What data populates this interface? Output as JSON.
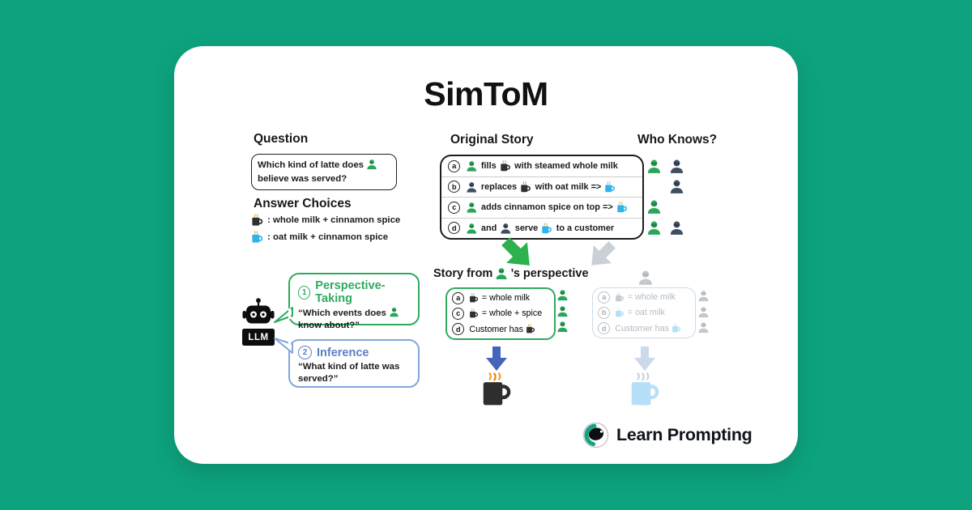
{
  "title": "SimToM",
  "colors": {
    "background": "#0DA37E",
    "person_green": "#2AA65A",
    "person_navy": "#3F4E63",
    "person_faded": "#C3C8CE",
    "mug_dark": "#303030",
    "mug_blue": "#2FB3E8",
    "mug_faded_gray": "#C6CBD0",
    "mug_faded_blue": "#B5E0F7",
    "accent_green": "#2EAA5E",
    "accent_blue": "#5B80C8",
    "arrow_green": "#2CB14E",
    "arrow_blue": "#4565BA",
    "arrow_gray": "#CBD0D6",
    "arrow_pale": "#CCD9EA",
    "spice_steam": "#E8A63C"
  },
  "question": {
    "heading": "Question",
    "bubble_segments": [
      {
        "t": "Which kind of latte does "
      },
      {
        "i": "person-green"
      },
      {
        "t": " believe was served?"
      }
    ]
  },
  "answer_choices": {
    "heading": "Answer Choices",
    "items": [
      {
        "segments": [
          {
            "i": "mug-dark-spice"
          },
          {
            "t": " : whole milk + cinnamon spice"
          }
        ]
      },
      {
        "segments": [
          {
            "i": "mug-blue-spice"
          },
          {
            "t": " : oat milk + cinnamon spice"
          }
        ]
      }
    ]
  },
  "original_story": {
    "heading": "Original Story",
    "rows": [
      {
        "label": "a",
        "segments": [
          {
            "i": "person-green"
          },
          {
            "t": " fills "
          },
          {
            "i": "mug-dark"
          },
          {
            "t": " with steamed whole milk"
          }
        ]
      },
      {
        "label": "b",
        "segments": [
          {
            "i": "person-navy"
          },
          {
            "t": " replaces "
          },
          {
            "i": "mug-dark"
          },
          {
            "t": " with oat milk => "
          },
          {
            "i": "mug-blue"
          }
        ]
      },
      {
        "label": "c",
        "segments": [
          {
            "i": "person-green"
          },
          {
            "t": " adds cinnamon spice on top => "
          },
          {
            "i": "mug-blue-spice"
          }
        ]
      },
      {
        "label": "d",
        "segments": [
          {
            "i": "person-green"
          },
          {
            "t": " and "
          },
          {
            "i": "person-navy"
          },
          {
            "t": " serve "
          },
          {
            "i": "mug-blue-spice"
          },
          {
            "t": " to a customer"
          }
        ]
      }
    ]
  },
  "who_knows": {
    "heading": "Who Knows?",
    "rows": [
      {
        "slots": [
          "person-green",
          "person-navy"
        ]
      },
      {
        "slots": [
          "",
          "person-navy"
        ]
      },
      {
        "slots": [
          "person-green",
          ""
        ]
      },
      {
        "slots": [
          "person-green",
          "person-navy"
        ]
      }
    ]
  },
  "perspective": {
    "heading_segments": [
      {
        "t": "Story from "
      },
      {
        "i": "person-green"
      },
      {
        "t": "’s perspective"
      }
    ],
    "rows": [
      {
        "label": "a",
        "segments": [
          {
            "i": "mug-dark"
          },
          {
            "t": " = whole milk"
          }
        ]
      },
      {
        "label": "c",
        "segments": [
          {
            "i": "mug-dark-spice"
          },
          {
            "t": " = whole + spice"
          }
        ]
      },
      {
        "label": "d",
        "segments": [
          {
            "t": "Customer has "
          },
          {
            "i": "mug-dark-spice"
          }
        ]
      }
    ],
    "side_icons": [
      "person-green",
      "person-green",
      "person-green"
    ]
  },
  "other_perspective": {
    "observer_icon": "person-gray",
    "rows": [
      {
        "label": "a",
        "segments": [
          {
            "i": "mug-gray"
          },
          {
            "t": " = whole milk"
          }
        ]
      },
      {
        "label": "b",
        "segments": [
          {
            "i": "mug-paleblue"
          },
          {
            "t": " = oat milk"
          }
        ]
      },
      {
        "label": "d",
        "segments": [
          {
            "t": "Customer has "
          },
          {
            "i": "mug-paleblue"
          }
        ]
      }
    ],
    "side_icons": [
      "person-gray",
      "person-gray",
      "person-gray"
    ]
  },
  "llm": {
    "label": "LLM"
  },
  "steps": [
    {
      "number": "1",
      "title": "Perspective-Taking",
      "body_segments": [
        {
          "t": "“Which events does "
        },
        {
          "i": "person-green"
        },
        {
          "t": " know about?”"
        }
      ]
    },
    {
      "number": "2",
      "title": "Inference",
      "body_segments": [
        {
          "t": "“What kind of latte was served?”"
        }
      ]
    }
  ],
  "brand": {
    "name": "Learn Prompting"
  },
  "icons": {
    "person-green": "green person silhouette",
    "person-navy": "navy person silhouette",
    "person-gray": "faded person silhouette",
    "mug-dark": "dark coffee mug",
    "mug-dark-spice": "dark coffee mug with spice steam",
    "mug-blue": "blue coffee mug",
    "mug-blue-spice": "blue coffee mug with spice steam",
    "mug-gray": "faded gray mug",
    "mug-paleblue": "faded blue mug",
    "robot": "LLM robot head",
    "arrow-down-left-green": "green block arrow",
    "arrow-down-right-gray": "gray block arrow",
    "arrow-down-blue": "blue block arrow",
    "arrow-down-pale": "pale block arrow",
    "mug-result-dark": "steaming dark latte result",
    "mug-result-pale": "faded blue latte result",
    "brand-logo": "Learn Prompting round logo"
  }
}
